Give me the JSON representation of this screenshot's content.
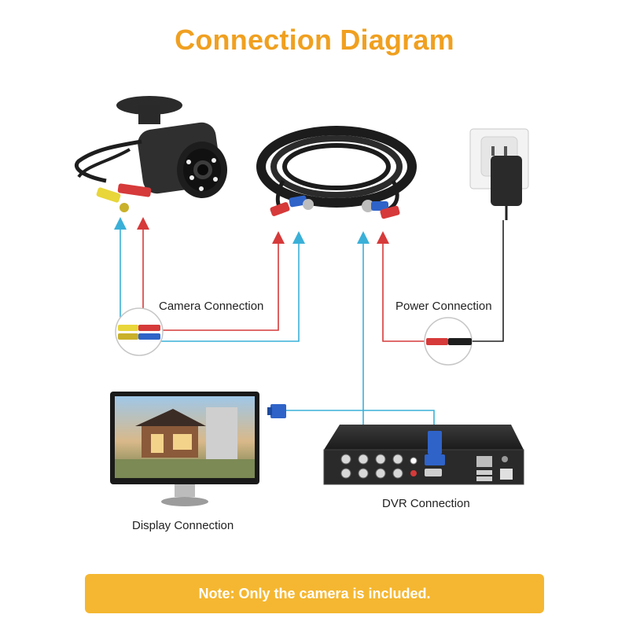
{
  "title": "Connection Diagram",
  "labels": {
    "camera_connection": "Camera Connection",
    "power_connection": "Power Connection",
    "dvr_connection": "DVR Connection",
    "display_connection": "Display Connection"
  },
  "note": "Note: Only the camera is included.",
  "colors": {
    "title": "#f0a020",
    "note_bg": "#f5b731",
    "video_line": "#3ab0d8",
    "power_line": "#d63a3a",
    "black_line": "#222222"
  }
}
